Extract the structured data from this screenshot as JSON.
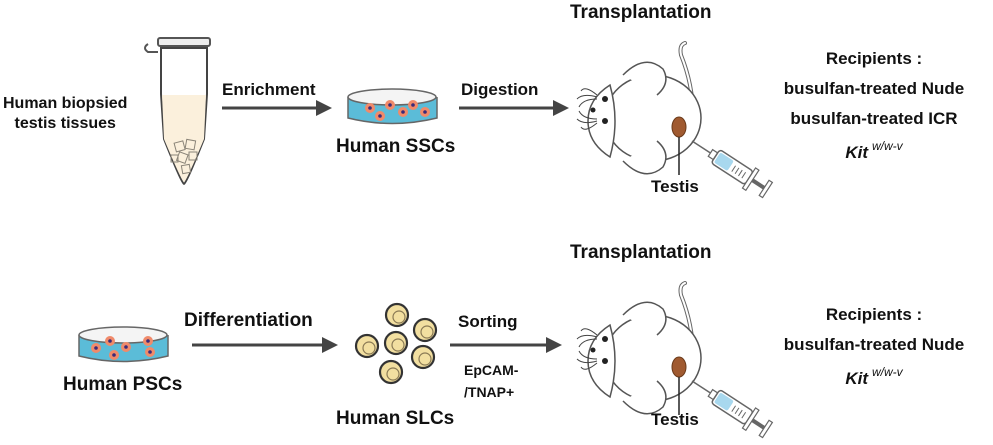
{
  "top_row": {
    "source_label": [
      "Human biopsied",
      "testis tissues"
    ],
    "step1": "Enrichment",
    "cells_label": "Human SSCs",
    "step2": "Digestion",
    "transplant_title": "Transplantation",
    "testis_label": "Testis",
    "recipients": {
      "title": "Recipients :",
      "items": [
        "busulfan-treated Nude",
        "busulfan-treated ICR"
      ],
      "kit_label": "Kit",
      "kit_superscript": "w/w-v"
    }
  },
  "bottom_row": {
    "source_label": "Human PSCs",
    "step1": "Differentiation",
    "cells_label": "Human SLCs",
    "step2": "Sorting",
    "step2_sub": [
      "EpCAM-",
      "/TNAP+"
    ],
    "transplant_title": "Transplantation",
    "testis_label": "Testis",
    "recipients": {
      "title": "Recipients :",
      "items": [
        "busulfan-treated Nude"
      ],
      "kit_label": "Kit",
      "kit_superscript": "w/w-v"
    }
  },
  "colors": {
    "arrow": "#444444",
    "dish_medium": "#5bbcd8",
    "cell": "#f08a6a",
    "nucleus": "#3a2a7a",
    "tube_fill": "#fbf0dc",
    "slc_fill": "#f2dfa0",
    "testis": "#a05a30",
    "syringe_fluid": "#a8d8ee"
  }
}
